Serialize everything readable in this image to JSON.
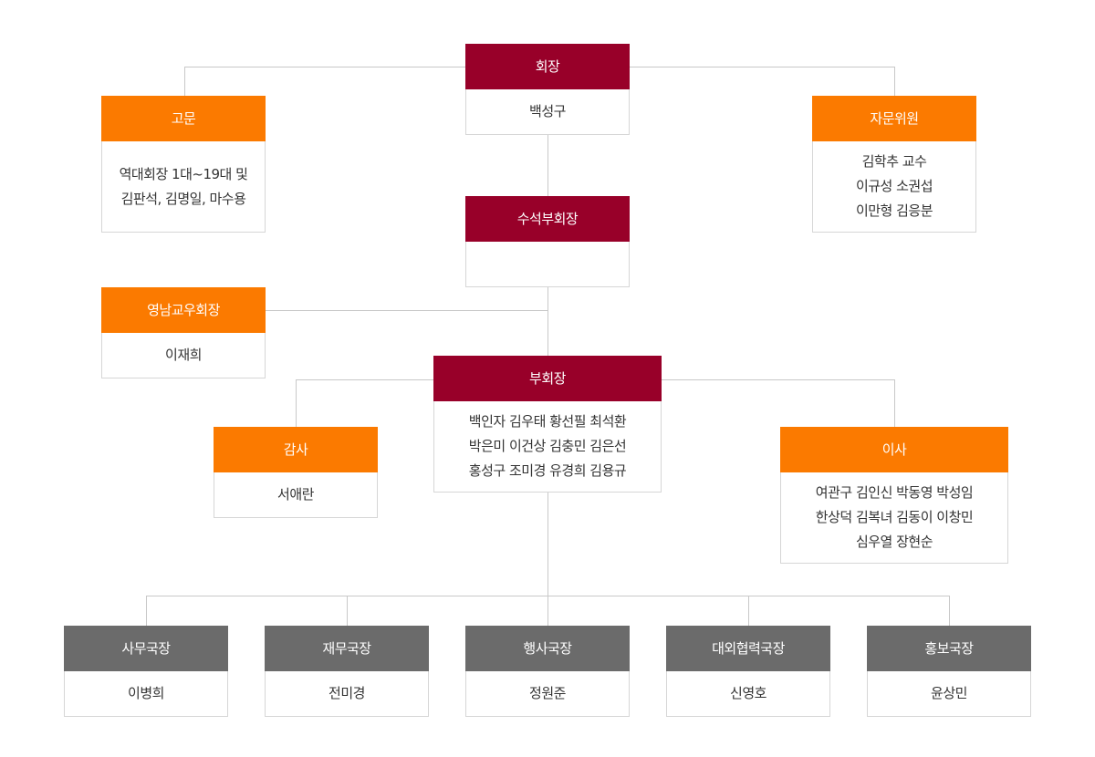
{
  "colors": {
    "primary": "#980029",
    "accent": "#fb7a00",
    "gray": "#6b6b6b",
    "line": "#c8c8c8"
  },
  "chairman": {
    "title": "회장",
    "members": [
      "백성구"
    ]
  },
  "advisor": {
    "title": "고문",
    "members": [
      "역대회장 1대~19대 및",
      "김판석, 김명일, 마수용"
    ]
  },
  "advisory_committee": {
    "title": "자문위원",
    "members": [
      "김학추 교수",
      "이규성 소권섭",
      "이만형 김응분"
    ]
  },
  "senior_vice_chairman": {
    "title": "수석부회장",
    "members": []
  },
  "yeongnam_chairman": {
    "title": "영남교우회장",
    "members": [
      "이재희"
    ]
  },
  "vice_chairman": {
    "title": "부회장",
    "members": [
      "백인자 김우태 황선필 최석환",
      "박은미 이건상 김충민 김은선",
      "홍성구 조미경 유경희 김용규"
    ]
  },
  "auditor": {
    "title": "감사",
    "members": [
      "서애란"
    ]
  },
  "directors": {
    "title": "이사",
    "members": [
      "여관구 김인신 박동영 박성임",
      "한상덕 김복녀 김동이 이창민",
      "심우열 장현순"
    ]
  },
  "secretary_general": {
    "title": "사무국장",
    "members": [
      "이병희"
    ]
  },
  "finance_director": {
    "title": "재무국장",
    "members": [
      "전미경"
    ]
  },
  "events_director": {
    "title": "행사국장",
    "members": [
      "정원준"
    ]
  },
  "external_relations_director": {
    "title": "대외협력국장",
    "members": [
      "신영호"
    ]
  },
  "pr_director": {
    "title": "홍보국장",
    "members": [
      "윤상민"
    ]
  }
}
